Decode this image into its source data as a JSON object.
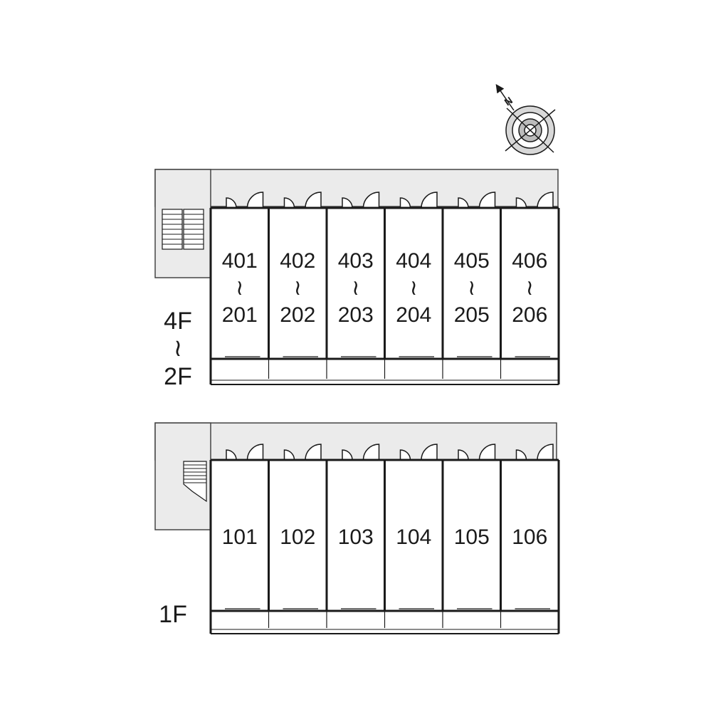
{
  "compass": {
    "north_label": "N",
    "icon": "compass-icon"
  },
  "upper_floors": {
    "floor_label_top": "4F",
    "range_symbol": "≀",
    "floor_label_bottom": "2F",
    "units": [
      {
        "top": "401",
        "bottom": "201"
      },
      {
        "top": "402",
        "bottom": "202"
      },
      {
        "top": "403",
        "bottom": "203"
      },
      {
        "top": "404",
        "bottom": "204"
      },
      {
        "top": "405",
        "bottom": "205"
      },
      {
        "top": "406",
        "bottom": "206"
      }
    ]
  },
  "ground_floor": {
    "floor_label": "1F",
    "units": [
      "101",
      "102",
      "103",
      "104",
      "105",
      "106"
    ]
  },
  "colors": {
    "corridor": "#ebebeb",
    "wall": "#1a1a1a",
    "background": "#ffffff"
  }
}
